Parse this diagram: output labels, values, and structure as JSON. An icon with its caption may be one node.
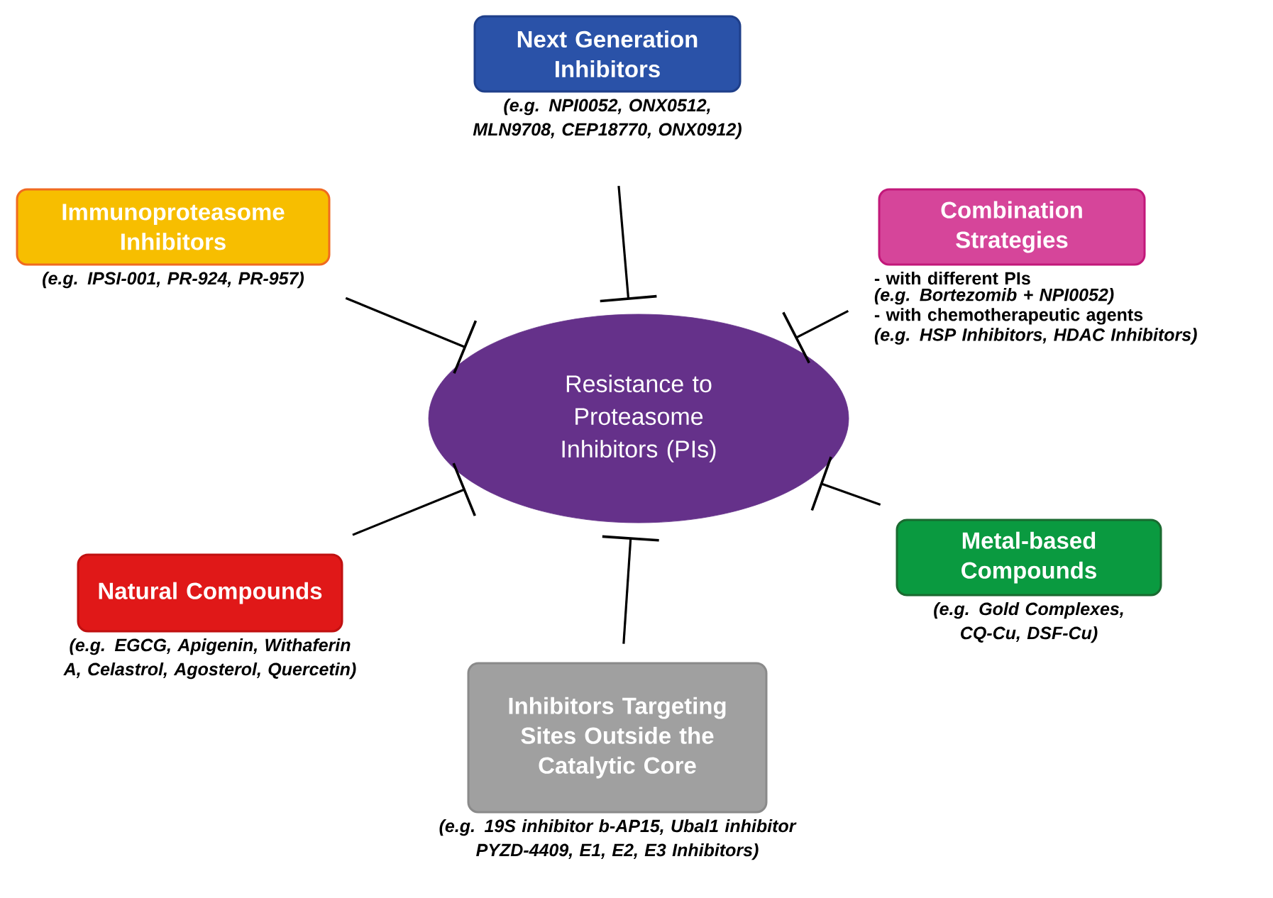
{
  "diagram": {
    "nodes": [
      {
        "text": [
          "Next Generation Inhibitors"
        ],
        "beside": [
          "(e.g. NPI0052, ONX0512, MLN9708, CEP18770, ONX0912)"
        ]
      },
      {
        "text": [
          "Immunoproteasome Inhibitors"
        ],
        "beside": [
          "(e.g. IPSI-001, PR-924, PR-957)"
        ]
      },
      {
        "text": [
          "Combination Strategies"
        ],
        "beside": [
          "- with different PIs",
          "(e.g. Bortezomib + NPI0052)",
          "- with chemotherapeutic agents",
          "(e.g. HSP Inhibitors, HDAC Inhibitors)"
        ]
      },
      {
        "text": [
          "Resistance to Proteasome Inhibitors (PIs)"
        ]
      },
      {
        "text": [
          "Metal-based Compounds"
        ],
        "beside": [
          "(e.g. Gold Complexes, CQ-Cu, DSF-Cu)"
        ]
      },
      {
        "text": [
          "Natural Compounds"
        ],
        "beside": [
          "(e.g. EGCG, Apigenin, Withaferin A, Celastrol, Agosterol, Quercetin)"
        ]
      },
      {
        "text": [
          "Inhibitors Targeting Sites Outside the Catalytic Core"
        ],
        "beside": [
          "(e.g. 19S inhibitor b-AP15, Ubal1 inhibitor PYZD-4409, E1, E2, E3 Inhibitors)"
        ]
      }
    ],
    "edges": [
      {
        "from": 0,
        "to": 3,
        "arrow": "other"
      },
      {
        "from": 1,
        "to": 3,
        "arrow": "other"
      },
      {
        "from": 2,
        "to": 3,
        "arrow": "other"
      },
      {
        "from": 4,
        "to": 3,
        "arrow": "other"
      },
      {
        "from": 5,
        "to": 3,
        "arrow": "other"
      },
      {
        "from": 6,
        "to": 3,
        "arrow": "other"
      }
    ]
  }
}
